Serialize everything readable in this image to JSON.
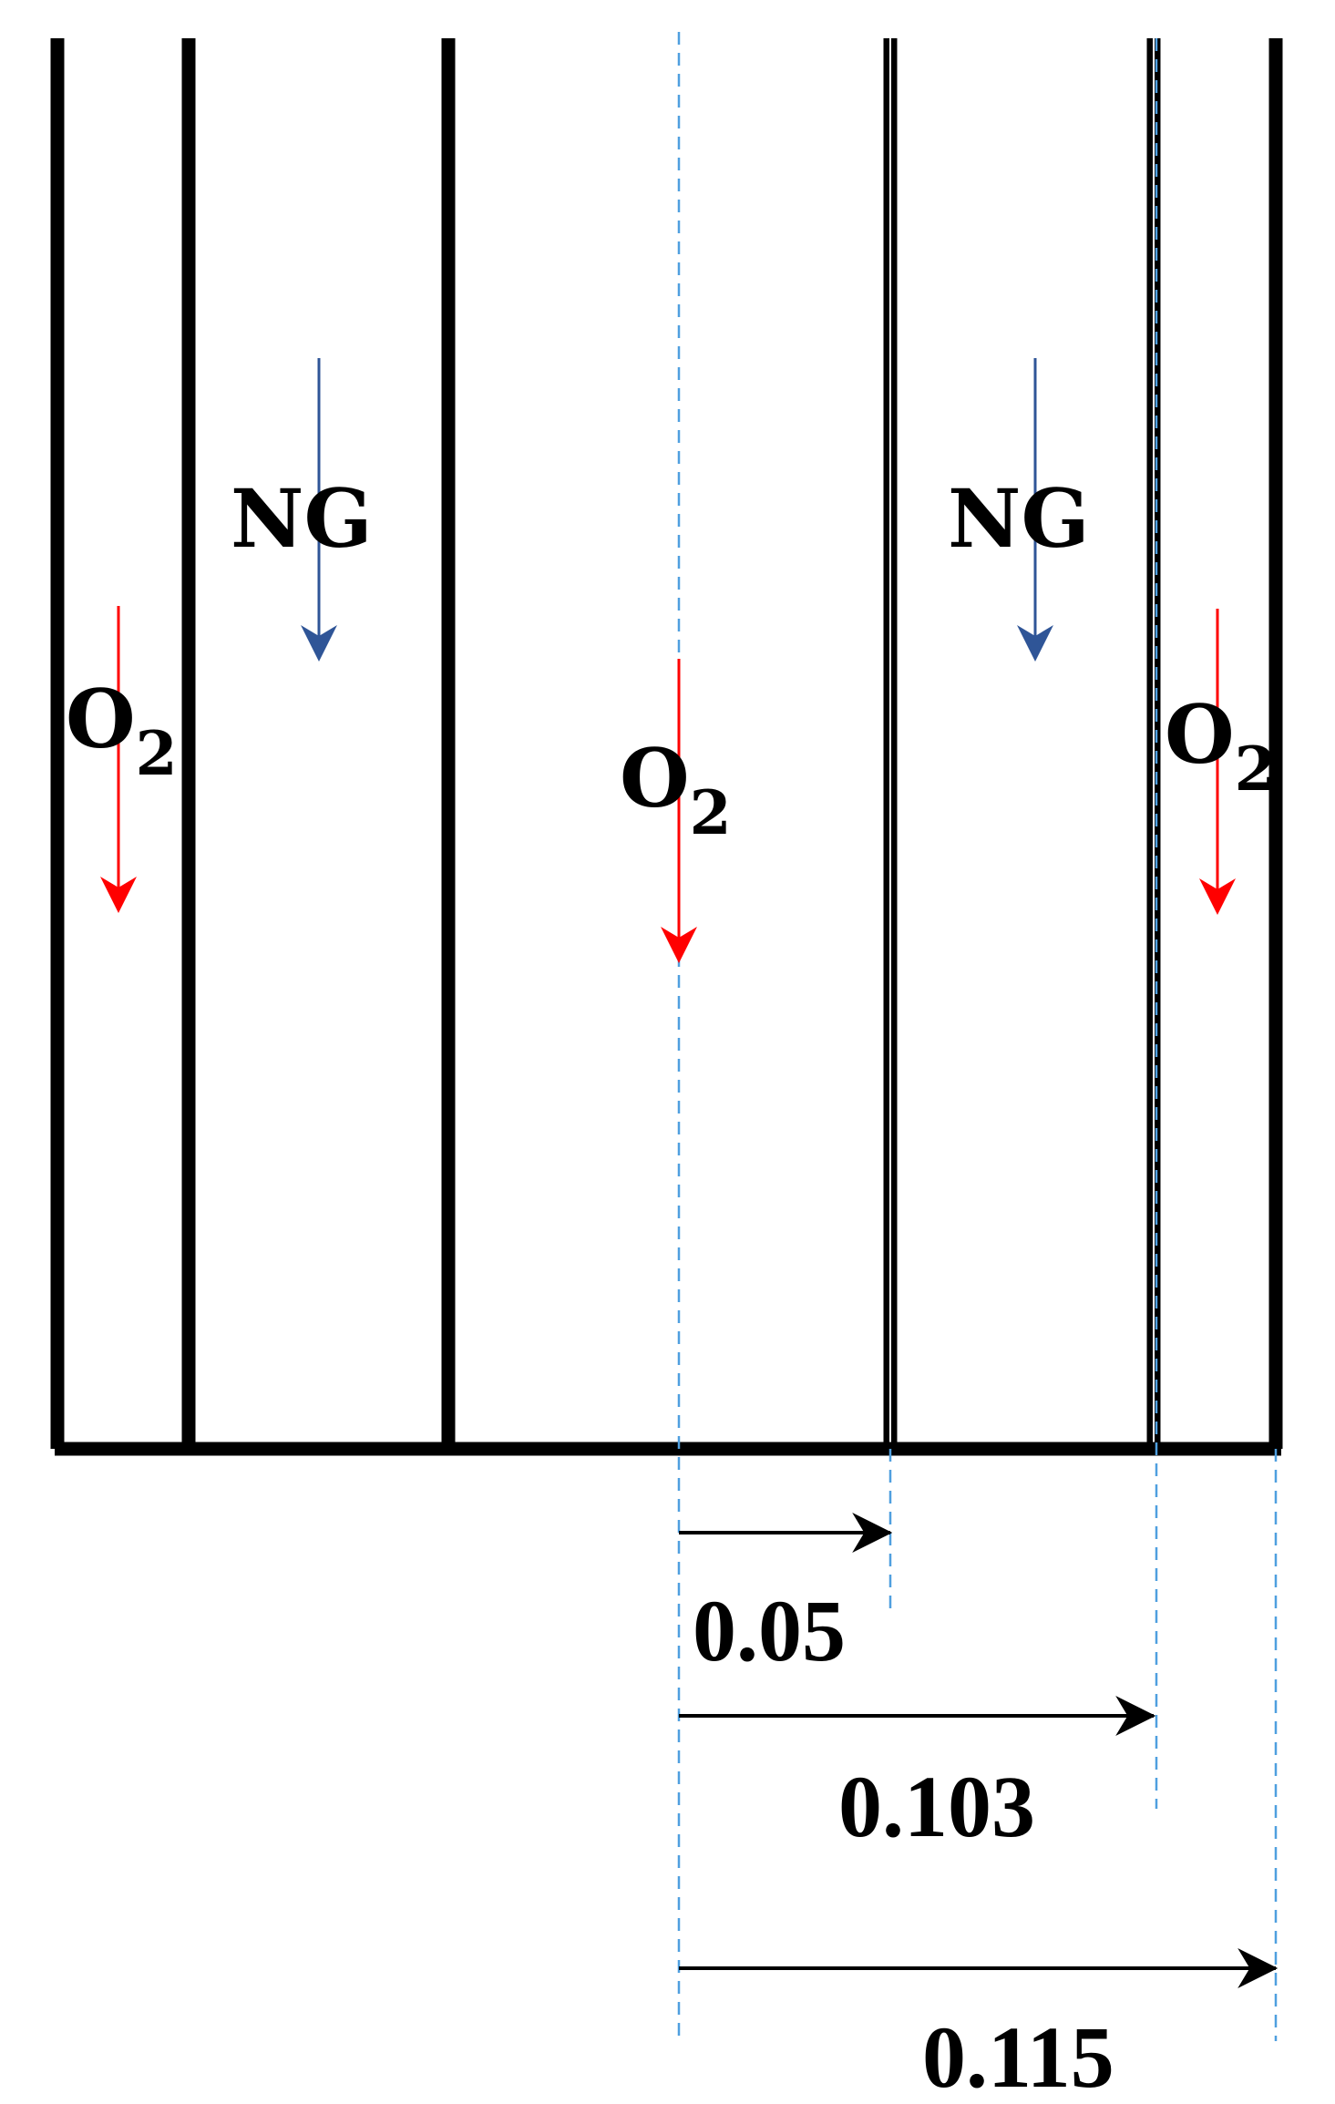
{
  "colors": {
    "walls": "#000000",
    "oxygen_flow": "#ff0000",
    "natural_gas_flow": "#2f5597",
    "centerline": "#4f9fdf"
  },
  "channels": {
    "o2_outer_left": {
      "label": "O",
      "subscript": "2"
    },
    "ng_left": {
      "label": "NG"
    },
    "o2_center": {
      "label": "O",
      "subscript": "2"
    },
    "ng_right": {
      "label": "NG"
    },
    "o2_outer_right": {
      "label": "O",
      "subscript": "2"
    }
  },
  "dimensions": [
    {
      "label": "0.05",
      "value": 0.05
    },
    {
      "label": "0.103",
      "value": 0.103
    },
    {
      "label": "0.115",
      "value": 0.115
    }
  ]
}
